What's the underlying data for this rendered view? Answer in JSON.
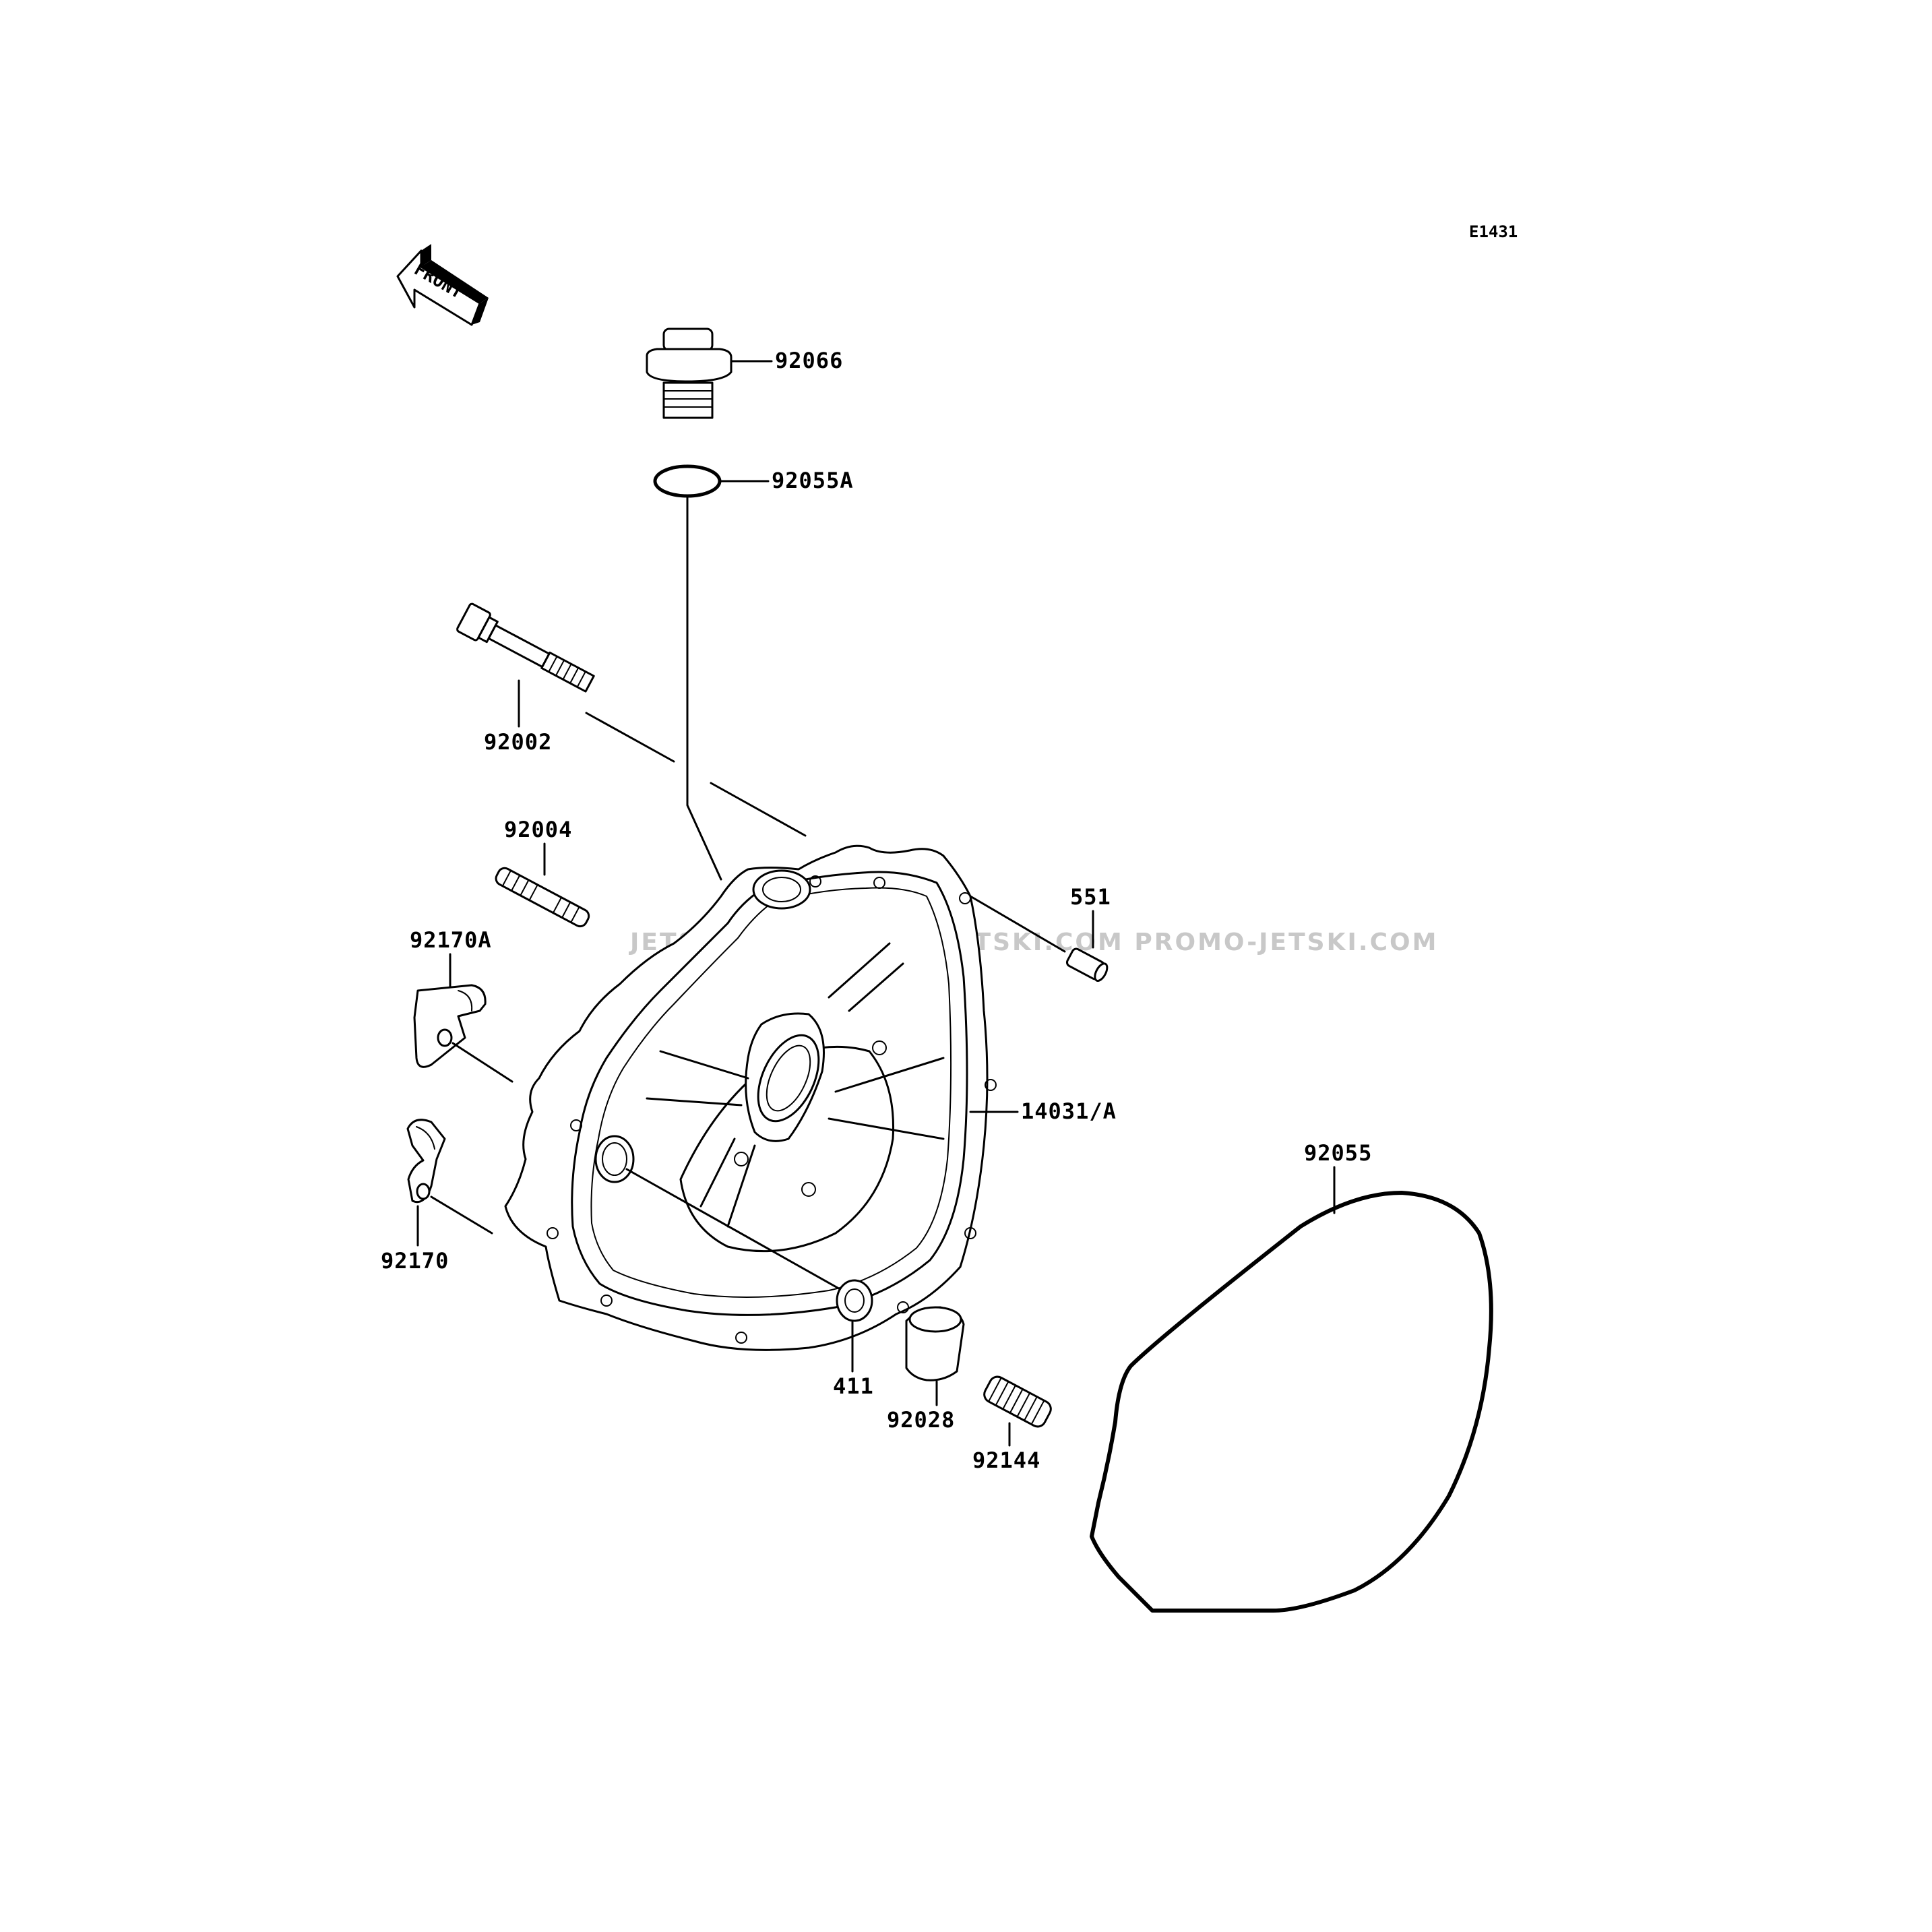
{
  "diagram": {
    "code": "E1431",
    "front_label": "FRONT",
    "watermark": "JETSKI.COM  PROMO-JETSKI.COM  PROMO-JETSKI.COM",
    "parts": [
      {
        "id": "plug",
        "label": "92066"
      },
      {
        "id": "oring-small",
        "label": "92055A"
      },
      {
        "id": "bolt",
        "label": "92002"
      },
      {
        "id": "stud",
        "label": "92004"
      },
      {
        "id": "dowel",
        "label": "551"
      },
      {
        "id": "clamp-a",
        "label": "92170A"
      },
      {
        "id": "cover",
        "label": "14031/A"
      },
      {
        "id": "gasket",
        "label": "92055"
      },
      {
        "id": "clamp",
        "label": "92170"
      },
      {
        "id": "seal",
        "label": "411"
      },
      {
        "id": "collar",
        "label": "92028"
      },
      {
        "id": "spring",
        "label": "92144"
      }
    ]
  }
}
